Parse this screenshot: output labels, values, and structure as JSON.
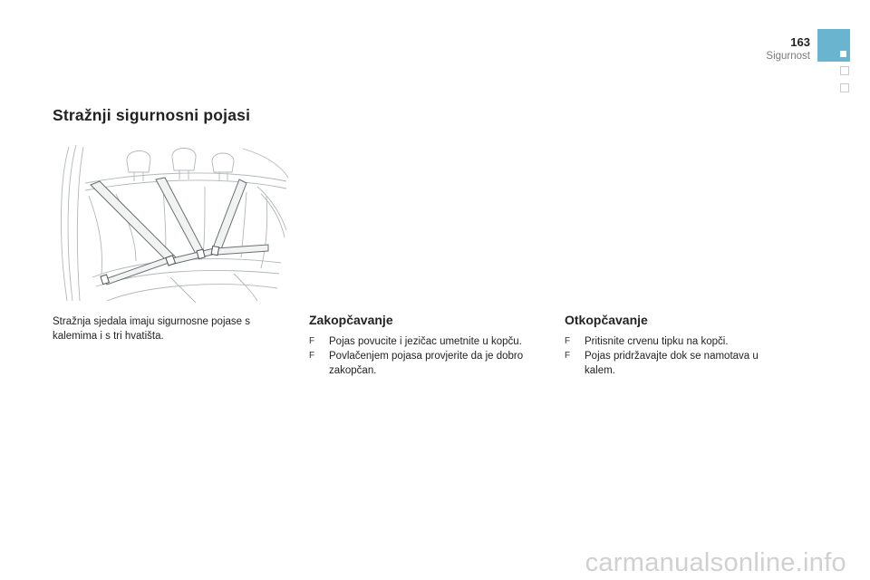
{
  "header": {
    "page_number": "163",
    "section": "Sigurnost"
  },
  "title": "Stražnji sigurnosni pojasi",
  "illustration": {
    "subject": "rear seat three-point seatbelts"
  },
  "intro": "Stražnja sjedala imaju sigurnosne pojase s kalemima i s tri hvatišta.",
  "fastening": {
    "heading": "Zakopčavanje",
    "bullet_symbol": "F",
    "items": [
      "Pojas povucite i jezičac umetnite u kopču.",
      "Povlačenjem pojasa provjerite da je dobro zakopčan."
    ]
  },
  "unfastening": {
    "heading": "Otkopčavanje",
    "bullet_symbol": "F",
    "items": [
      "Pritisnite crvenu tipku na kopči.",
      "Pojas pridržavajte dok se namotava u kalem."
    ]
  },
  "watermark": "carmanualsonline.info",
  "colors": {
    "tab_accent": "#6ab4cf",
    "tab_outline": "#c9cbcc",
    "watermark": "#d0d0d0"
  }
}
